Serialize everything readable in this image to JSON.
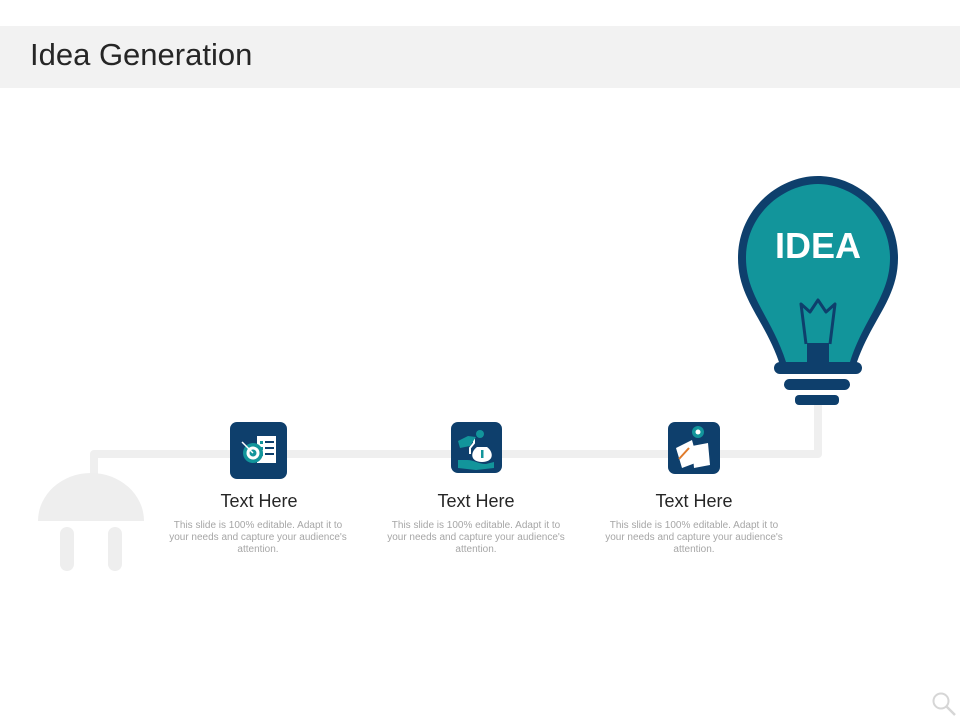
{
  "title": "Idea Generation",
  "bulb": {
    "label": "IDEA",
    "fill_color": "#12959b",
    "outline_color": "#0e3f6c"
  },
  "steps": [
    {
      "icon": "target-checklist-icon",
      "title": "Text Here",
      "description": "This slide is 100% editable. Adapt it to your needs and capture your audience's attention."
    },
    {
      "icon": "hand-money-bag-icon",
      "title": "Text Here",
      "description": "This slide is 100% editable. Adapt it to your needs and capture your audience's attention."
    },
    {
      "icon": "documents-clock-icon",
      "title": "Text Here",
      "description": "This slide is 100% editable. Adapt it to your needs and capture your audience's attention."
    }
  ],
  "colors": {
    "icon_box": "#0e3f6c",
    "connector": "#efefef",
    "plug": "#eeeeee"
  },
  "corner_icon": "search-icon"
}
